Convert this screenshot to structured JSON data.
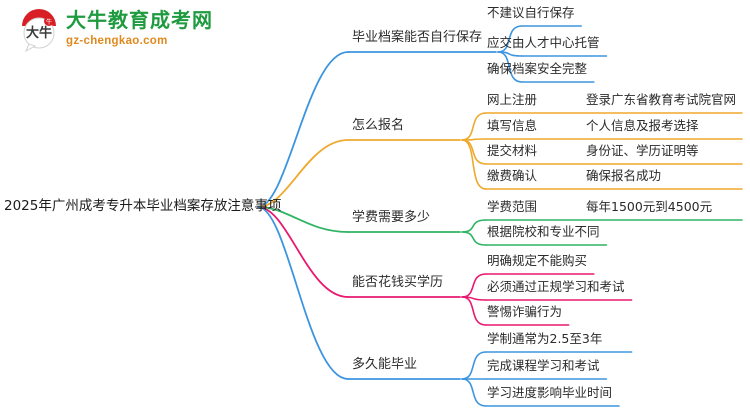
{
  "logo": {
    "mark_text": "大牛",
    "title": "大牛教育成考网",
    "subtitle": "gz-chengkao.com",
    "title_color": "#1f9b3f",
    "subtitle_color": "#e08a1e",
    "mark_color": "#d81f26"
  },
  "mindmap": {
    "root": "2025年广州成考专升本毕业档案存放注意事项",
    "branches": [
      {
        "label": "毕业档案能否自行保存",
        "color": "#3d95e0",
        "children": [
          {
            "label": "不建议自行保存"
          },
          {
            "label": "应交由人才中心托管"
          },
          {
            "label": "确保档案安全完整"
          }
        ]
      },
      {
        "label": "怎么报名",
        "color": "#efa92c",
        "children": [
          {
            "label": "网上注册",
            "detail": "登录广东省教育考试院官网"
          },
          {
            "label": "填写信息",
            "detail": "个人信息及报考选择"
          },
          {
            "label": "提交材料",
            "detail": "身份证、学历证明等"
          },
          {
            "label": "缴费确认",
            "detail": "确保报名成功"
          }
        ]
      },
      {
        "label": "学费需要多少",
        "color": "#2eb463",
        "children": [
          {
            "label": "学费范围",
            "detail": "每年1500元到4500元"
          },
          {
            "label": "根据院校和专业不同"
          }
        ]
      },
      {
        "label": "能否花钱买学历",
        "color": "#e8196e",
        "children": [
          {
            "label": "明确规定不能购买"
          },
          {
            "label": "必须通过正规学习和考试"
          },
          {
            "label": "警惕诈骗行为"
          }
        ]
      },
      {
        "label": "多久能毕业",
        "color": "#3d95e0",
        "children": [
          {
            "label": "学制通常为2.5至3年"
          },
          {
            "label": "完成课程学习和考试"
          },
          {
            "label": "学习进度影响毕业时间"
          }
        ]
      }
    ]
  }
}
